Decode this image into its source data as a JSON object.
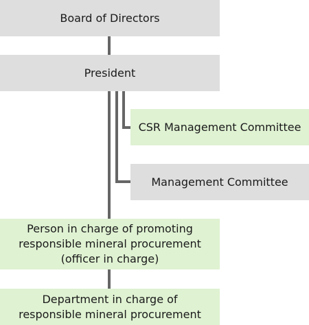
{
  "org_chart": {
    "board": "Board of Directors",
    "president": "President",
    "csr_committee": "CSR Management Committee",
    "management_committee": "Management Committee",
    "person_in_charge": {
      "line1": "Person in charge of promoting",
      "line2": "responsible mineral procurement",
      "line3": "(officer in charge)"
    },
    "department": {
      "line1": "Department in charge of",
      "line2": "responsible mineral procurement"
    }
  },
  "colors": {
    "gray_box": "#dedede",
    "green_box": "#dff2d2",
    "connector": "#666666"
  }
}
